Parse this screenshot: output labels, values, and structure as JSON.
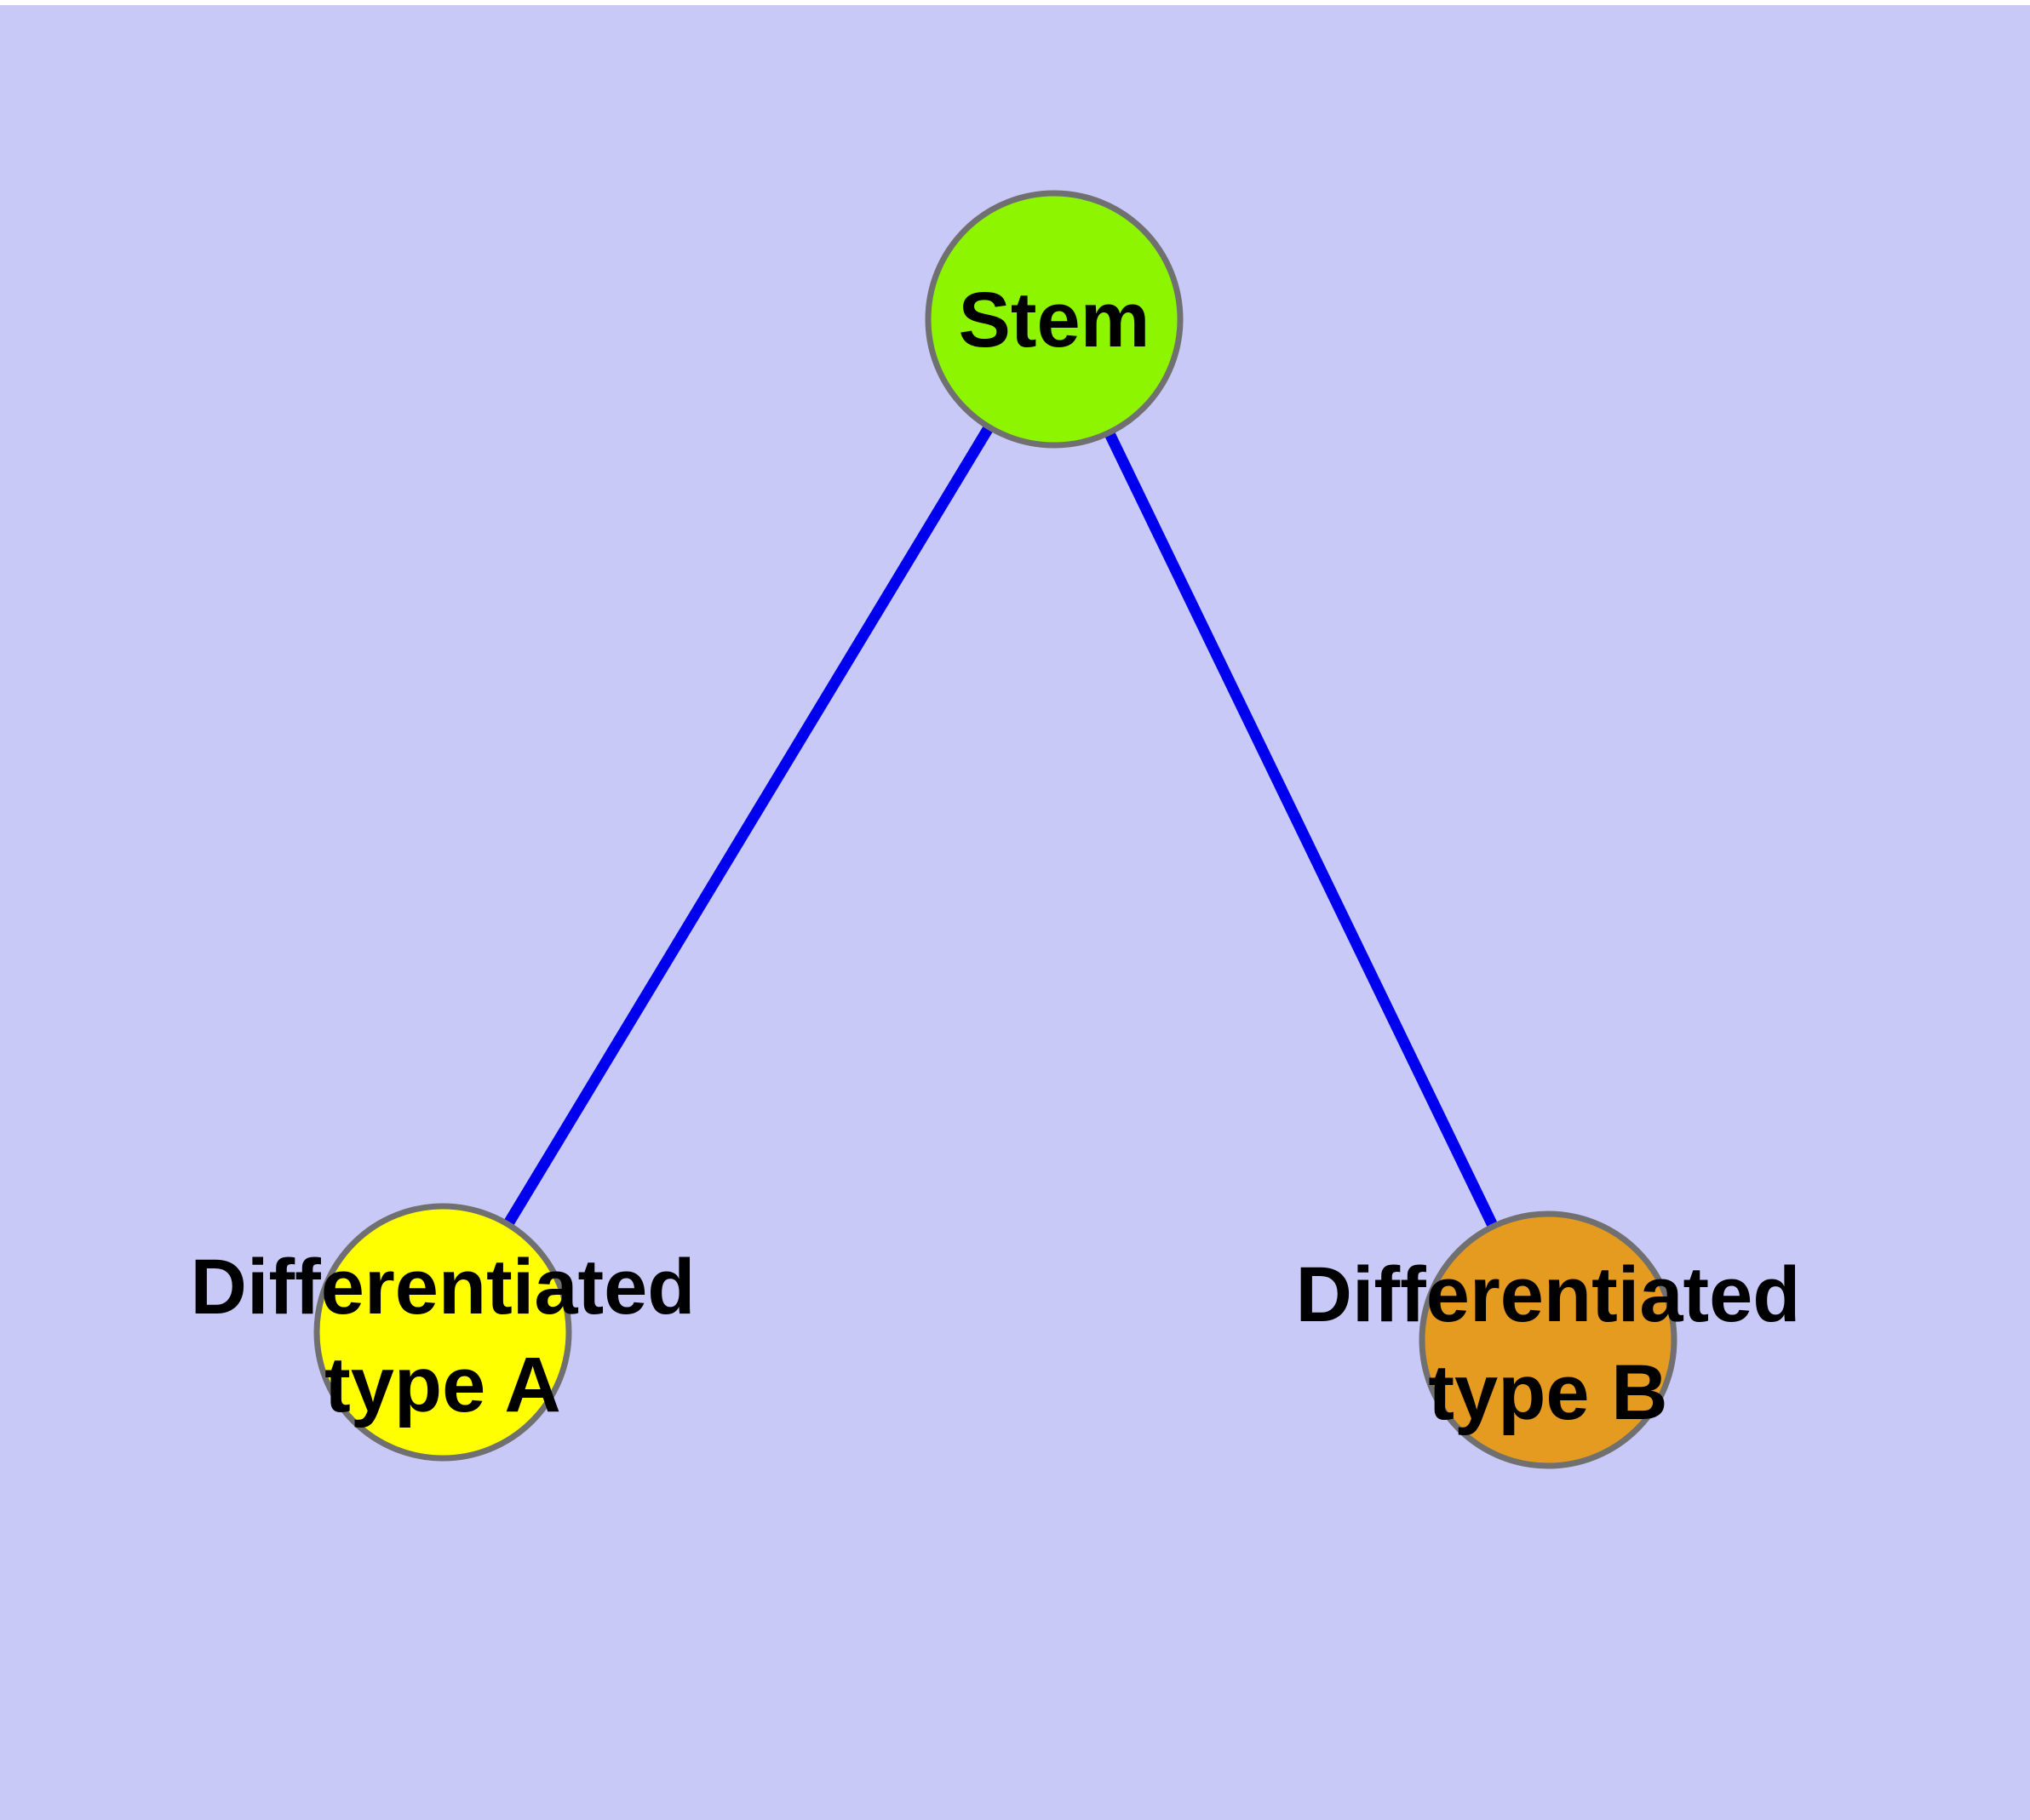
{
  "colors": {
    "page_background": "#FFFFFF",
    "canvas_background": "#C9C9F8",
    "edge": "#0000EE",
    "node_border": "#707070",
    "label_text": "#000000"
  },
  "nodes": [
    {
      "id": "stem",
      "fill": "#8DF500",
      "lines": [
        "Stem"
      ]
    },
    {
      "id": "type-a",
      "fill": "#FFFF00",
      "lines": [
        "Differentiated",
        "type A"
      ]
    },
    {
      "id": "type-b",
      "fill": "#E59A20",
      "lines": [
        "Differentiated",
        "type B"
      ]
    }
  ],
  "edges": [
    {
      "id": "stem-to-type-a",
      "from": "stem",
      "to": "type-a"
    },
    {
      "id": "stem-to-type-b",
      "from": "stem",
      "to": "type-b"
    }
  ]
}
